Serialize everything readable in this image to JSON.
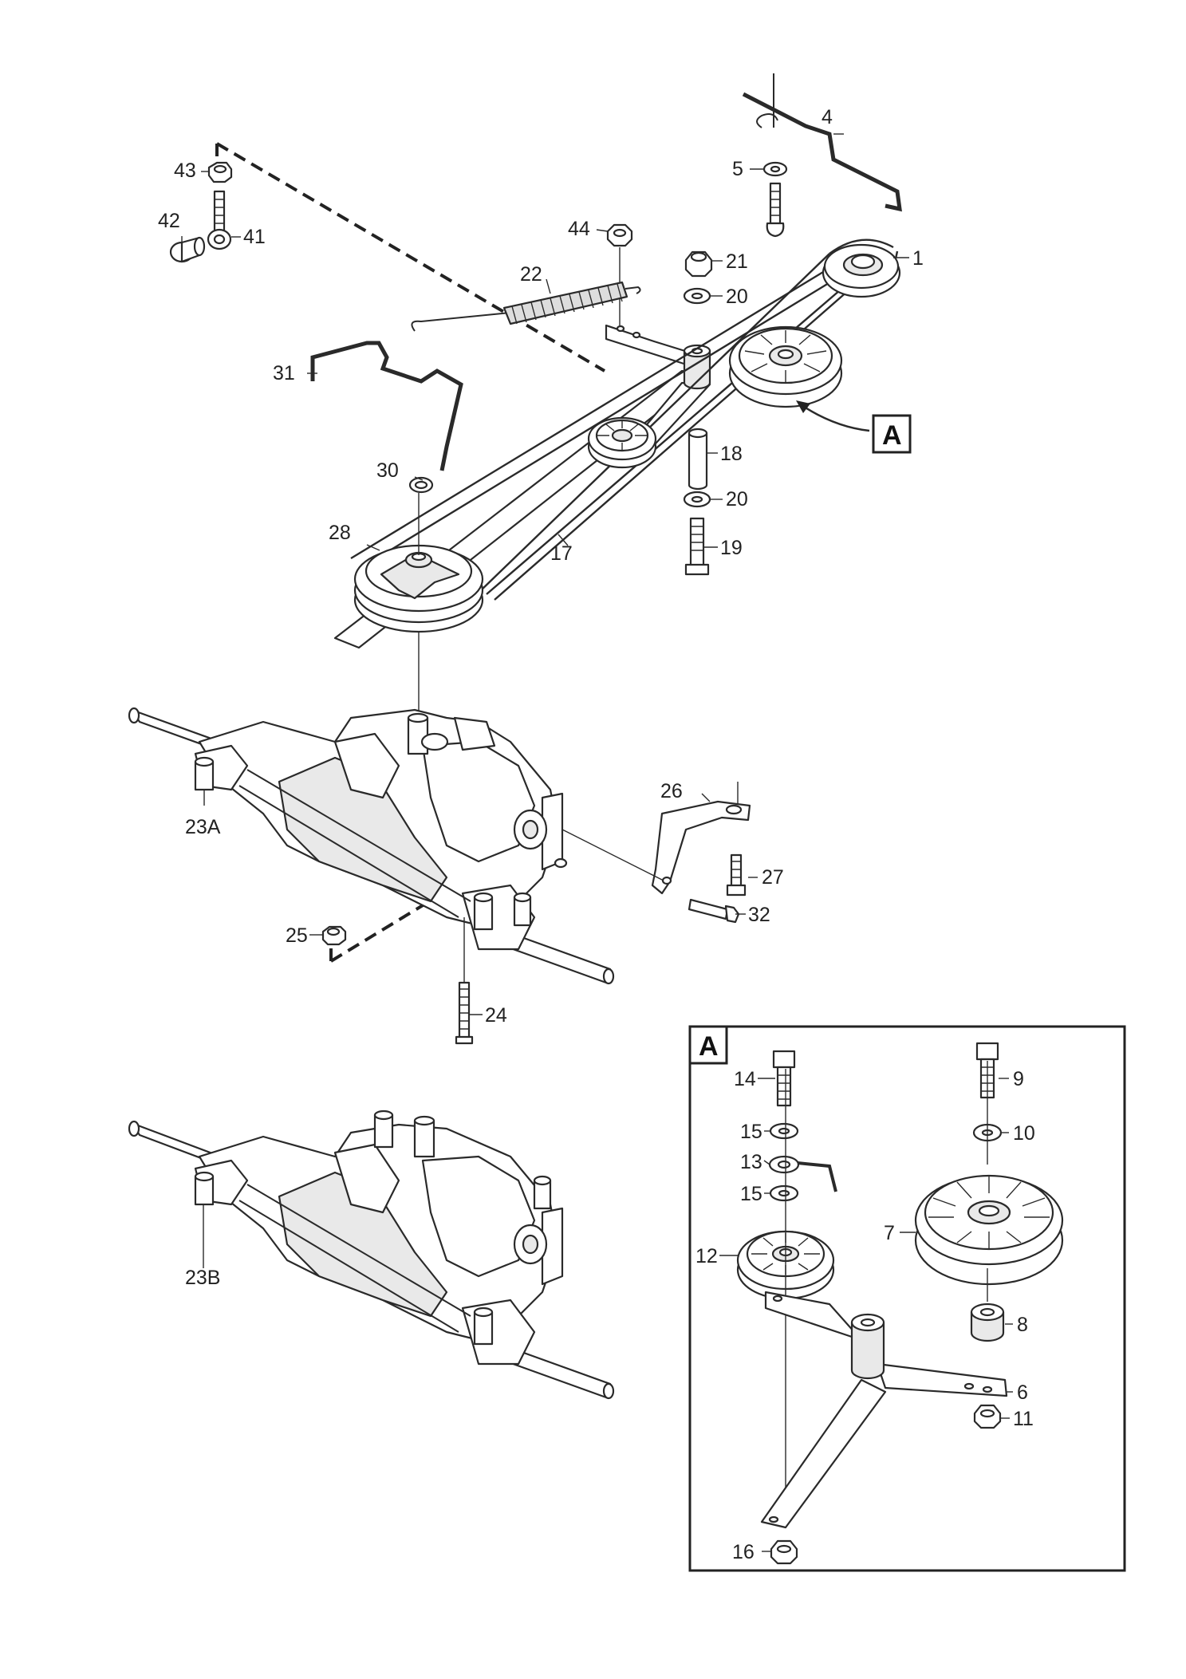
{
  "callouts": {
    "main": "A",
    "inset": "A"
  },
  "labels": {
    "p1": "1",
    "p4": "4",
    "p5": "5",
    "p6": "6",
    "p7": "7",
    "p8": "8",
    "p9": "9",
    "p10": "10",
    "p11": "11",
    "p12": "12",
    "p13": "13",
    "p14": "14",
    "p15a": "15",
    "p15b": "15",
    "p16": "16",
    "p17": "17",
    "p18": "18",
    "p19": "19",
    "p20a": "20",
    "p20b": "20",
    "p21": "21",
    "p22": "22",
    "p23a": "23A",
    "p23b": "23B",
    "p24": "24",
    "p25": "25",
    "p26": "26",
    "p27": "27",
    "p28": "28",
    "p30": "30",
    "p31": "31",
    "p32": "32",
    "p41": "41",
    "p42": "42",
    "p43": "43",
    "p44": "44"
  }
}
